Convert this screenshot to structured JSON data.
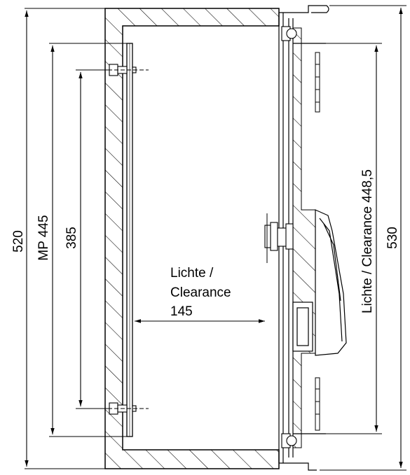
{
  "dimensions": {
    "total_height": "520",
    "mounting_plate": "MP 445",
    "hole_spacing": "385",
    "door_height": "530",
    "clearance_vertical": "Lichte / Clearance 448,5",
    "clearance_depth_line1": "Lichte /",
    "clearance_depth_line2": "Clearance",
    "clearance_depth_value": "145"
  }
}
